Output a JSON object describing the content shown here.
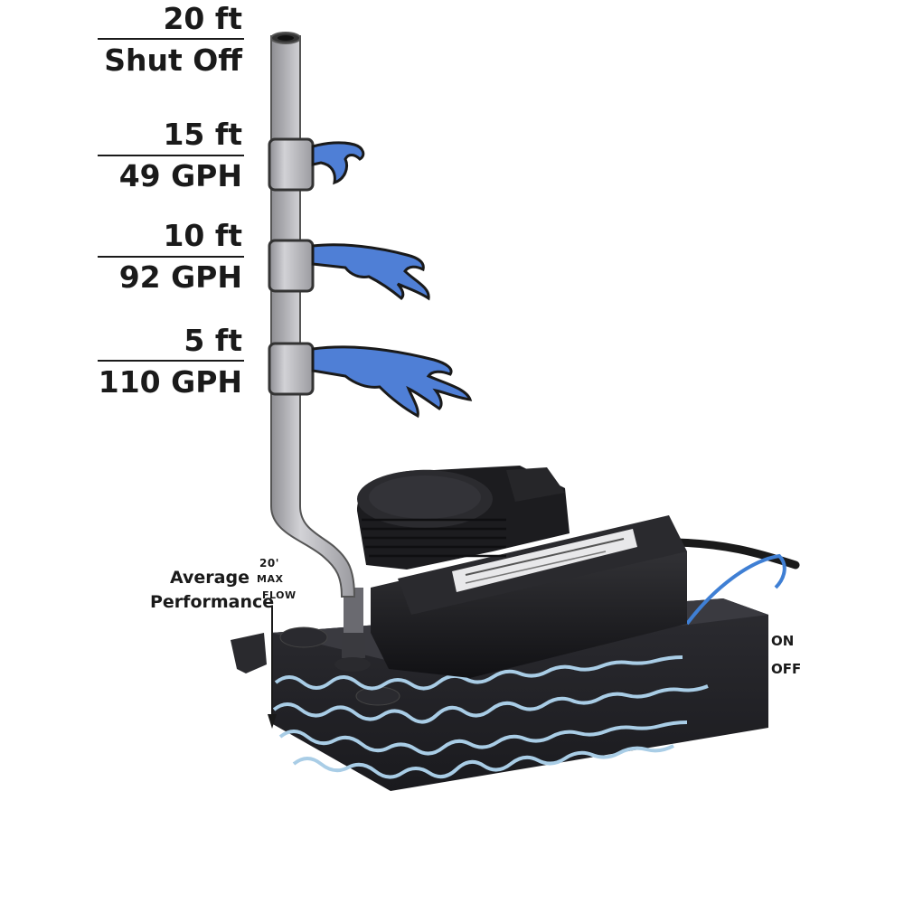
{
  "levels": [
    {
      "height": "20 ft",
      "rate": "Shut Off"
    },
    {
      "height": "15 ft",
      "rate": "49 GPH"
    },
    {
      "height": "10 ft",
      "rate": "92 GPH"
    },
    {
      "height": "5 ft",
      "rate": "110 GPH"
    }
  ],
  "performance": {
    "label_line1": "Average",
    "label_line2": "Performance",
    "max_top": "20'",
    "max_mid": "MAX",
    "max_bottom": "FLOW"
  },
  "switch": {
    "on": "ON",
    "off": "OFF"
  },
  "colors": {
    "water": "#4f7fd6",
    "pipe": "#b9b9bd",
    "pump_body": "#1c1c1f",
    "reservoir_wave": "#a9cde6"
  }
}
